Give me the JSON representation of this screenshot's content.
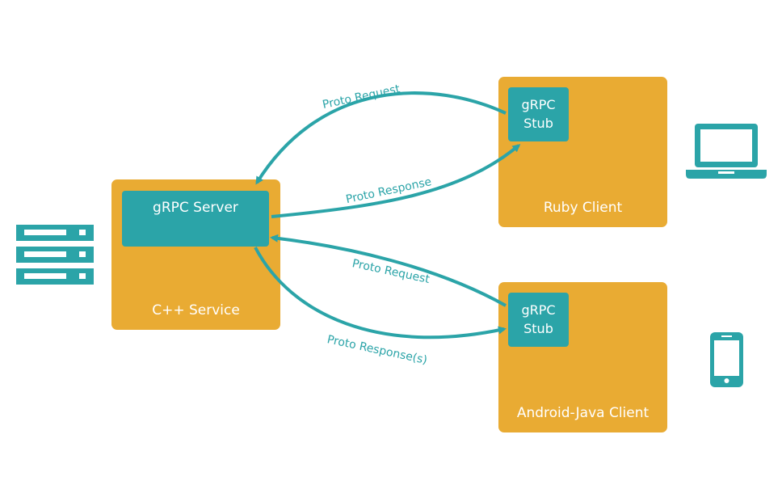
{
  "colors": {
    "service_box": "#e9ab33",
    "grpc_component": "#2ba4a8",
    "arrow": "#2ba4a8",
    "icon": "#2ba4a8",
    "text": "#ffffff"
  },
  "cpp_service": {
    "title": "C++ Service",
    "server_label": "gRPC Server",
    "icon": "server-rack-icon"
  },
  "ruby_client": {
    "title": "Ruby Client",
    "stub_label": "gRPC\nStub",
    "icon": "laptop-icon"
  },
  "android_client": {
    "title": "Android-Java Client",
    "stub_label": "gRPC\nStub",
    "icon": "mobile-phone-icon"
  },
  "connections": {
    "ruby_request": "Proto Request",
    "ruby_response": "Proto Response",
    "android_request": "Proto Request",
    "android_response": "Proto Response(s)"
  }
}
